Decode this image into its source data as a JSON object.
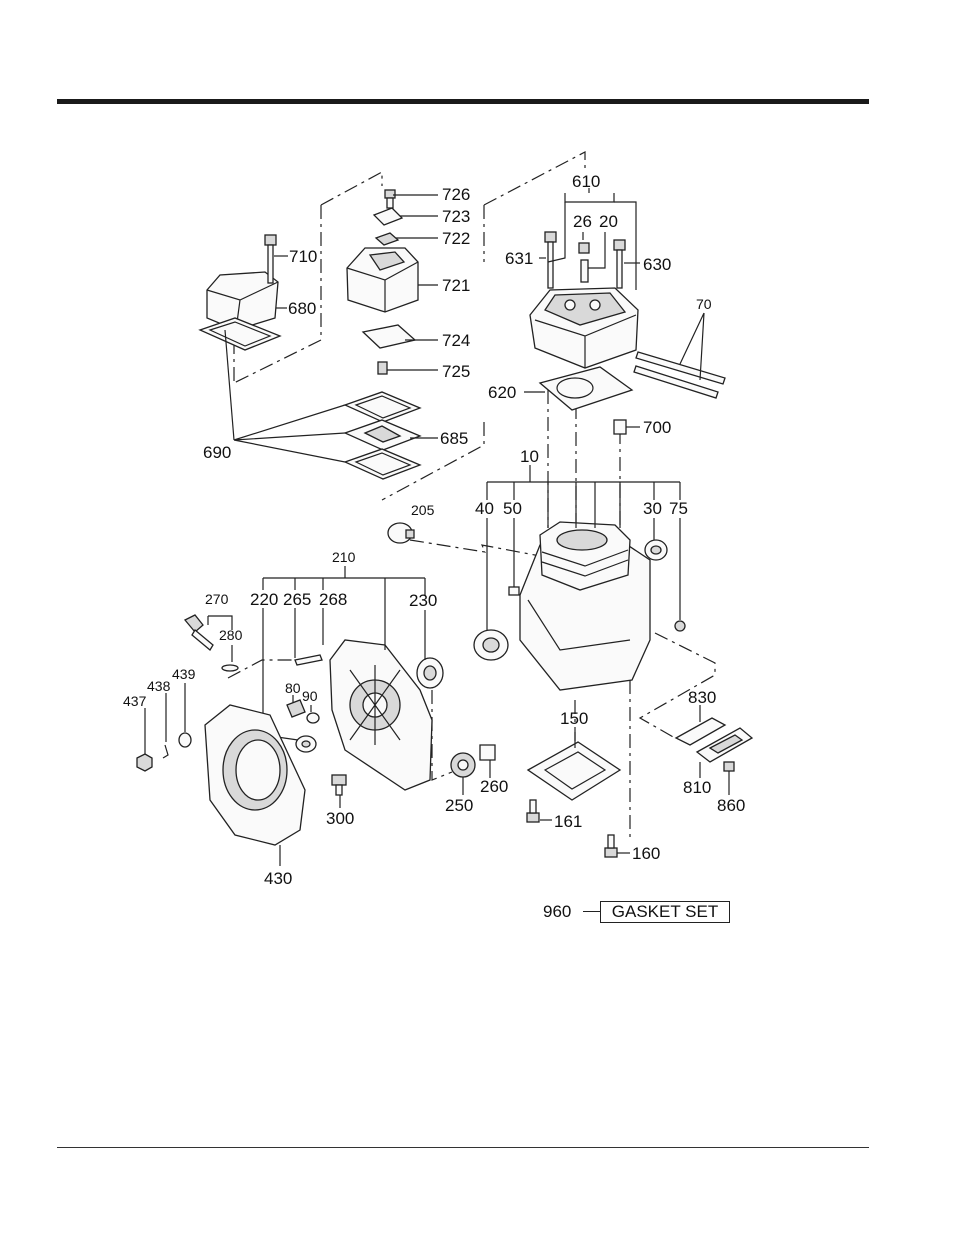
{
  "labels": {
    "p726": "726",
    "p723": "723",
    "p722": "722",
    "p710": "710",
    "p721": "721",
    "p680": "680",
    "p724": "724",
    "p725": "725",
    "p685": "685",
    "p690": "690",
    "p610": "610",
    "p26": "26",
    "p20": "20",
    "p631": "631",
    "p630": "630",
    "p70": "70",
    "p620": "620",
    "p700": "700",
    "p10": "10",
    "p40": "40",
    "p50": "50",
    "p30": "30",
    "p75": "75",
    "p205": "205",
    "p210": "210",
    "p270": "270",
    "p220": "220",
    "p265": "265",
    "p268": "268",
    "p230": "230",
    "p280": "280",
    "p439": "439",
    "p438": "438",
    "p437": "437",
    "p80": "80",
    "p90": "90",
    "p830": "830",
    "p150": "150",
    "p810": "810",
    "p860": "860",
    "p260": "260",
    "p250": "250",
    "p300": "300",
    "p161": "161",
    "p160": "160",
    "p430": "430"
  },
  "gasket_set": {
    "number": "960",
    "label": "GASKET SET"
  }
}
